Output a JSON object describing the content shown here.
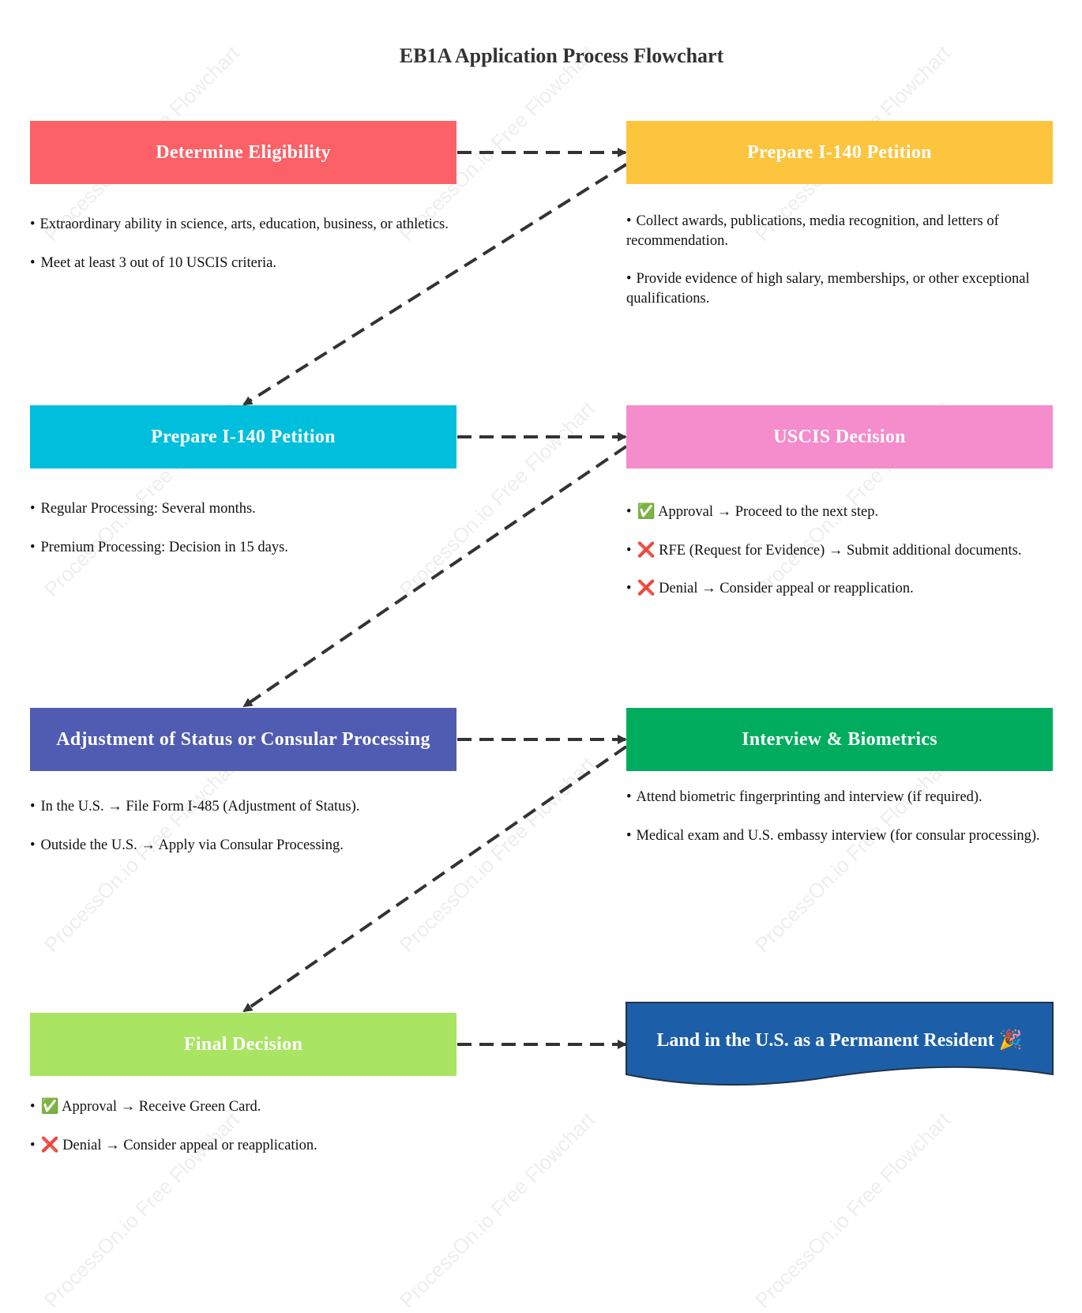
{
  "title": "EB1A Application Process Flowchart",
  "watermark": "ProcessOn.io Free Flowchart",
  "colors": {
    "eligibility": "#fb6167",
    "prepare_top": "#fdc43e",
    "prepare_left": "#00bfdc",
    "uscis": "#f58ccb",
    "adjustment": "#4f5cb1",
    "interview": "#00ad5f",
    "final_decision": "#a9e462",
    "land": "#1c5fa8",
    "arrow": "#333333"
  },
  "steps": {
    "eligibility": {
      "label": "Determine Eligibility",
      "notes": [
        "Extraordinary ability in science, arts, education, business, or athletics.",
        "Meet at least 3 out of 10 USCIS criteria."
      ]
    },
    "prepare_top": {
      "label": "Prepare I-140 Petition",
      "notes": [
        "Collect awards, publications, media recognition, and letters of recommendation.",
        "Provide evidence of high salary, memberships, or other exceptional qualifications."
      ]
    },
    "prepare_left": {
      "label": "Prepare I-140 Petition",
      "notes": [
        "Regular Processing: Several months.",
        "Premium Processing: Decision in 15 days."
      ]
    },
    "uscis": {
      "label": "USCIS Decision",
      "notes": [
        "✅ Approval → Proceed to the next step.",
        "❌ RFE (Request for Evidence) → Submit additional documents.",
        "❌ Denial → Consider appeal or reapplication."
      ]
    },
    "adjustment": {
      "label": "Adjustment of Status or Consular Processing",
      "notes": [
        "In the U.S. → File Form I-485 (Adjustment of Status).",
        "Outside the U.S. → Apply via Consular Processing."
      ]
    },
    "interview": {
      "label": "Interview & Biometrics",
      "notes": [
        "Attend biometric fingerprinting and interview (if required).",
        "Medical exam and U.S. embassy interview (for consular processing)."
      ]
    },
    "final_decision": {
      "label": "Final Decision",
      "notes": [
        "✅ Approval → Receive Green Card.",
        "❌ Denial → Consider appeal or reapplication."
      ]
    },
    "land": {
      "label": "Land in the U.S. as a Permanent Resident 🎉"
    }
  }
}
